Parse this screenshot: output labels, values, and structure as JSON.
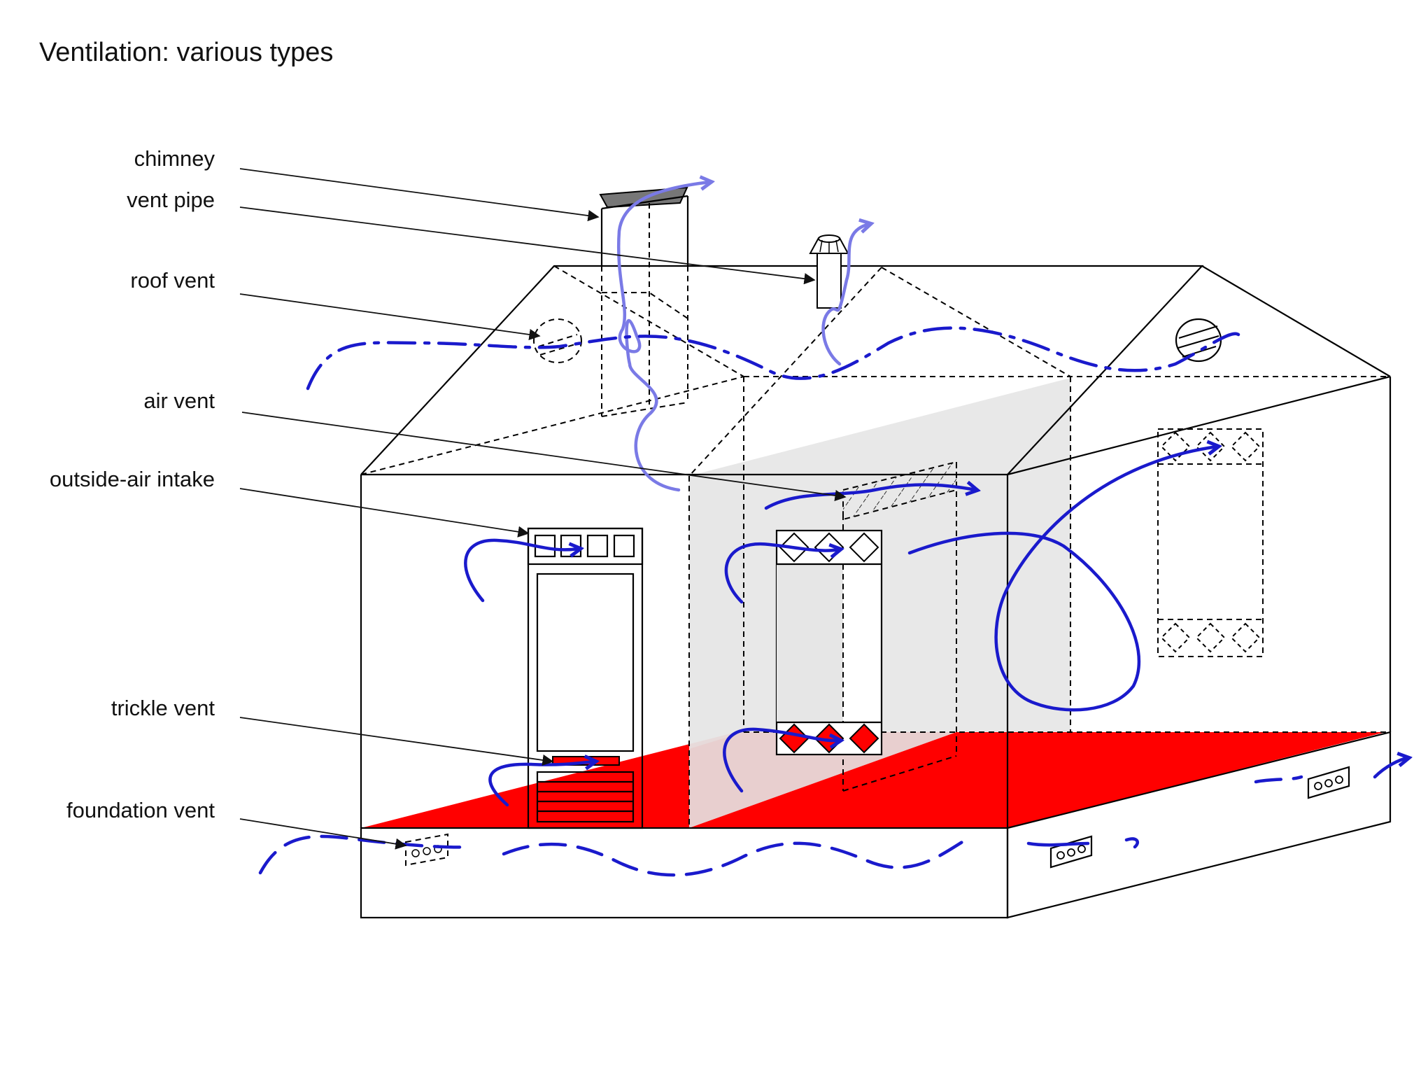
{
  "title": "Ventilation: various types",
  "labels": {
    "chimney": "chimney",
    "vent_pipe": "vent pipe",
    "roof_vent": "roof vent",
    "air_vent": "air vent",
    "outside_air_intake": "outside-air intake",
    "trickle_vent": "trickle vent",
    "foundation_vent": "foundation vent"
  },
  "colors": {
    "airflow": "#1a1acc",
    "airflow_light": "#7a7ae6",
    "floor": "#ff0000",
    "shade": "#e6e6e6",
    "line": "#000000"
  }
}
